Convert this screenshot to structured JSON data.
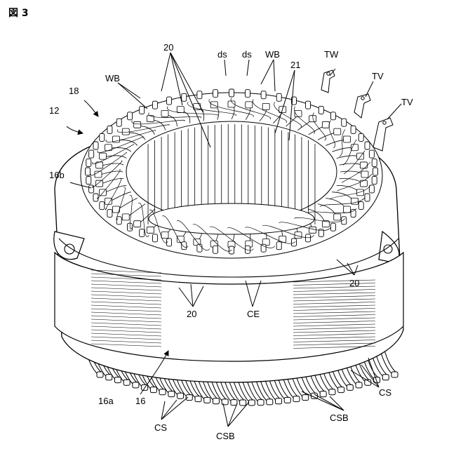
{
  "figure": {
    "title": "図 3"
  },
  "labels": {
    "stator": "12",
    "coil_assembly": "18",
    "core_end_face_upper": "16b",
    "core_end_face_lower": "16a",
    "core": "16",
    "conductors_top": "20",
    "conductors_right": "20",
    "conductors_front": "20",
    "ds_1": "ds",
    "ds_2": "ds",
    "wb_top": "WB",
    "wb_left": "WB",
    "slot_21": "21",
    "tw": "TW",
    "tv_1": "TV",
    "tv_2": "TV",
    "ce": "CE",
    "cs_left": "CS",
    "cs_right": "CS",
    "csb_bottom": "CSB",
    "csb_right": "CSB"
  }
}
